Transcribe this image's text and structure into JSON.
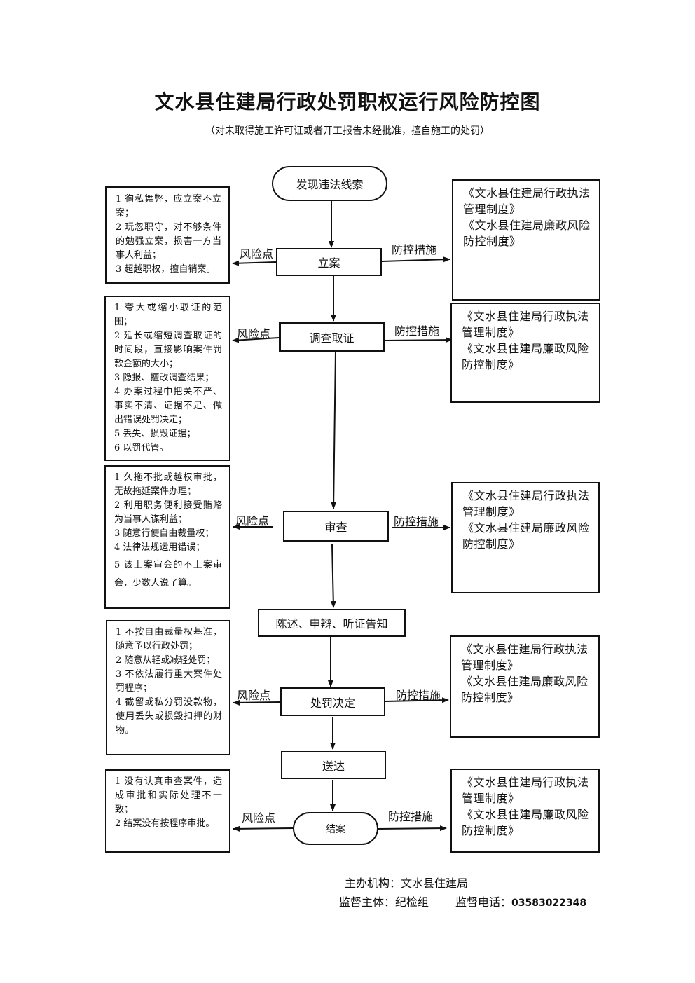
{
  "title": "文水县住建局行政处罚职权运行风险防控图",
  "subtitle": "（对未取得施工许可证或者开工报告未经批准，擅自施工的处罚）",
  "labels": {
    "risk": "风险点",
    "control": "防控措施"
  },
  "flow": {
    "start": "发现违法线索",
    "step1": "立案",
    "step2": "调查取证",
    "step3": "审查",
    "step4": "陈述、申辩、听证告知",
    "step5": "处罚决定",
    "step6": "送达",
    "end": "结案"
  },
  "risks": {
    "r1": [
      "1 徇私舞弊，应立案不立案；",
      "2 玩忽职守，对不够条件的勉强立案，损害一方当事人利益；",
      "3 超越职权，擅自销案。"
    ],
    "r2": [
      "1 夸大或缩小取证的范围；",
      "2 延长或缩短调查取证的时间段，直接影响案件罚款金额的大小；",
      "3 隐报、擅改调查结果；",
      "4 办案过程中把关不严、事实不清、证据不足、做出错误处罚决定；",
      "5 丢失、损毁证据；",
      "6 以罚代管。"
    ],
    "r3": [
      "1 久拖不批或越权审批，无故拖延案件办理；",
      "2 利用职务便利接受贿赂为当事人谋利益；",
      "3 随意行使自由裁量权；",
      "4 法律法规运用错误；",
      "5 该上案审会的不上案审会，少数人说了算。"
    ],
    "r5": [
      "1 不按自由裁量权基准，随意予以行政处罚；",
      "2 随意从轻或减轻处罚；",
      "3 不依法履行重大案件处罚程序；",
      "4 截留或私分罚没款物，使用丢失或损毁扣押的财物。"
    ],
    "r7": [
      "1 没有认真审查案件，造成审批和实际处理不一致；",
      "2 结案没有按程序审批。"
    ]
  },
  "controls": {
    "line1": "《文水县住建局行政执法管理制度》",
    "line2": "《文水县住建局廉政风险防控制度》"
  },
  "footer": {
    "organizer": "主办机构：文水县住建局",
    "supervisor": "监督主体：纪检组",
    "phone_label": "监督电话：",
    "phone": "03583022348"
  }
}
